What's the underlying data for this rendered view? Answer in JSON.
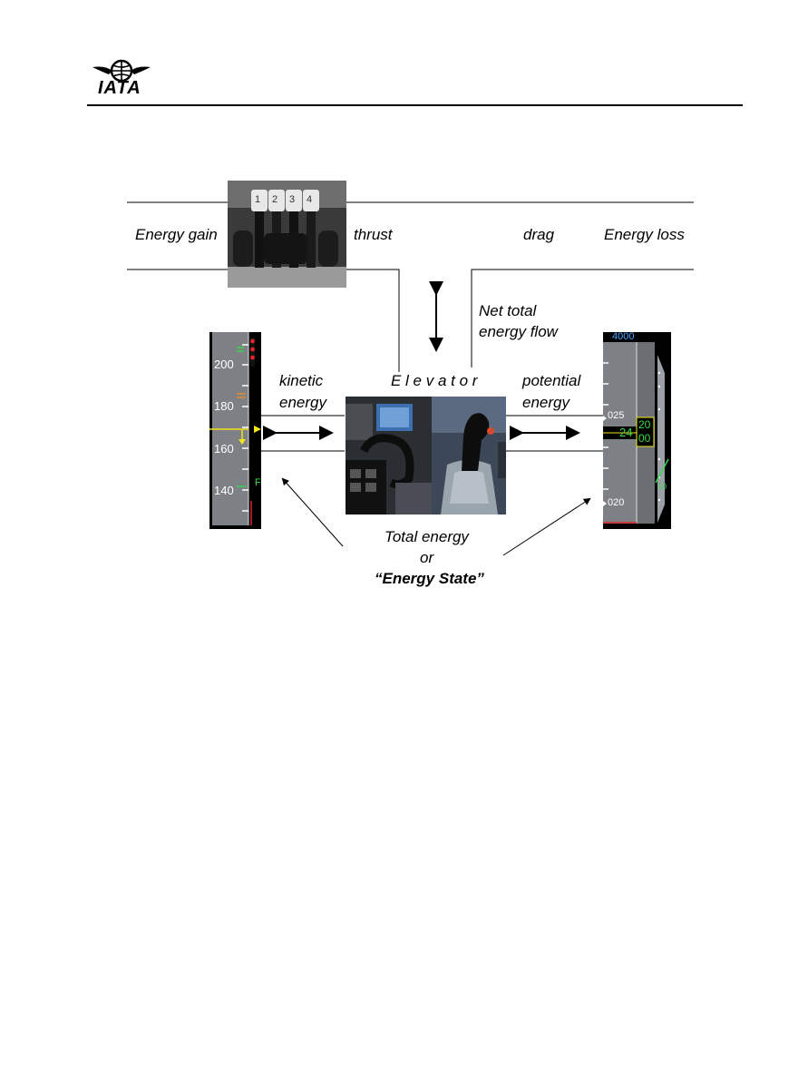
{
  "header": {
    "logo_text": "IATA"
  },
  "diagram": {
    "labels": {
      "energy_gain": "Energy gain",
      "thrust": "thrust",
      "drag": "drag",
      "energy_loss": "Energy loss",
      "net_total_line1": "Net total",
      "net_total_line2": "energy flow",
      "kinetic_line1": "kinetic",
      "kinetic_line2": "energy",
      "elevator": "E l e v a t o r",
      "potential_line1": "potential",
      "potential_line2": "energy",
      "total_line1": "Total energy",
      "total_line2": "or",
      "energy_state": "“Energy State”"
    },
    "throttle": {
      "levers": [
        "1",
        "2",
        "3",
        "4"
      ]
    },
    "speed_tape": {
      "ticks": [
        "200",
        "180",
        "160",
        "140"
      ],
      "bug_label": "F"
    },
    "altitude_tape": {
      "selected": "4000",
      "marks": [
        "025",
        "020"
      ],
      "current_left": "24",
      "current_right_top": "20",
      "current_right_bottom": "00",
      "vs": "10"
    },
    "colors": {
      "tape_bg": "#7d8186",
      "tape_text": "#ffffff",
      "green": "#39d84a",
      "yellow": "#f2e61c",
      "amber": "#e08a2a",
      "red": "#e0262a",
      "cyan": "#4aa3ff"
    }
  }
}
